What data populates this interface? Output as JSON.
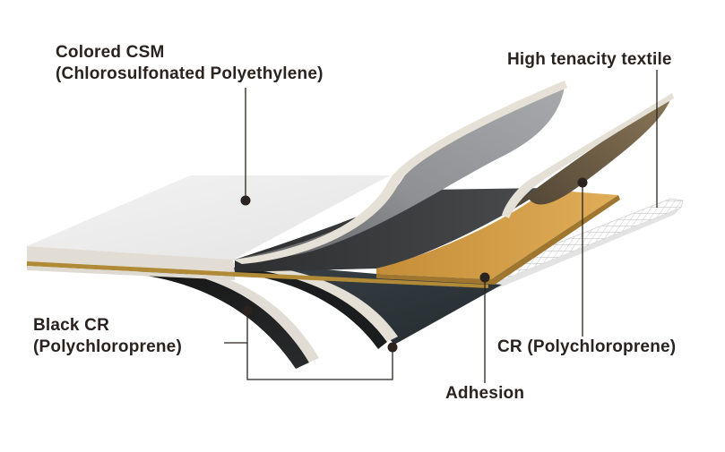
{
  "labels": {
    "colored_csm": {
      "line1": "Colored CSM",
      "line2": "(Chlorosulfonated Polyethylene)"
    },
    "high_tenacity_textile": "High tenacity textile",
    "black_cr": {
      "line1": "Black CR",
      "line2": "(Polychloroprene)"
    },
    "cr": "CR (Polychloroprene)",
    "adhesion": "Adhesion"
  },
  "colors": {
    "csm_top": "#eeeeee",
    "csm_edge": "#e2ddd4",
    "csm_underside": "#8c8d90",
    "black_cr_top": "#3c3d3f",
    "black_cr_underside": "#1b1b1c",
    "cr_brown": "#6a5a45",
    "cr_orange": "#d7a14b",
    "cr_dark": "#2e3438",
    "adhesion_line": "#b08a36",
    "textile_mesh": "#c9c9c9",
    "leader_line": "#2a231f"
  }
}
